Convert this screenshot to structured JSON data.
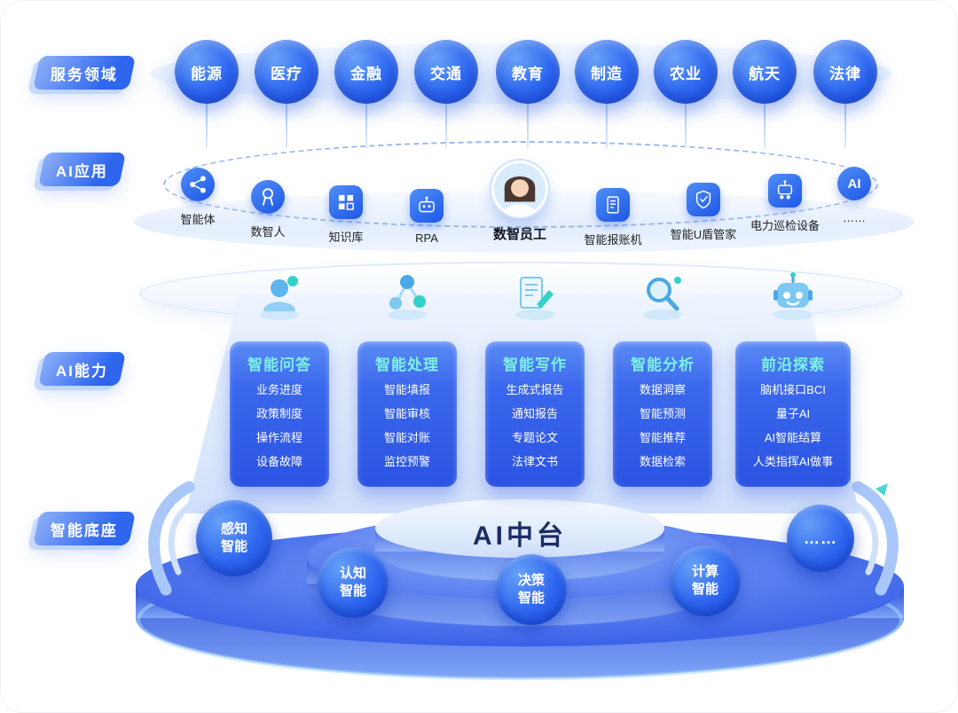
{
  "service_domains": {
    "label": "服务领域",
    "items": [
      "能源",
      "医疗",
      "金融",
      "交通",
      "教育",
      "制造",
      "农业",
      "航天",
      "法律"
    ]
  },
  "ai_applications": {
    "label": "AI应用",
    "items": [
      {
        "label": "智能体",
        "icon": "agent-network-icon"
      },
      {
        "label": "数智人",
        "icon": "medal-person-icon"
      },
      {
        "label": "知识库",
        "icon": "knowledge-grid-icon"
      },
      {
        "label": "RPA",
        "icon": "robot-chat-icon"
      },
      {
        "label": "数智员工",
        "icon": "digital-employee-avatar"
      },
      {
        "label": "智能报账机",
        "icon": "receipt-terminal-icon"
      },
      {
        "label": "智能U盾管家",
        "icon": "ushield-icon"
      },
      {
        "label": "电力巡检设备",
        "icon": "inspection-robot-icon"
      },
      {
        "label": "……",
        "icon": "ai-circle-icon",
        "icon_text": "AI"
      }
    ]
  },
  "ai_capabilities": {
    "label": "AI能力",
    "cards": [
      {
        "title": "智能问答",
        "icon": "consultant-3d-icon",
        "items": [
          "业务进度",
          "政策制度",
          "操作流程",
          "设备故障"
        ]
      },
      {
        "title": "智能处理",
        "icon": "molecule-3d-icon",
        "items": [
          "智能填报",
          "智能审核",
          "智能对账",
          "监控预警"
        ]
      },
      {
        "title": "智能写作",
        "icon": "writing-3d-icon",
        "items": [
          "生成式报告",
          "通知报告",
          "专题论文",
          "法律文书"
        ]
      },
      {
        "title": "智能分析",
        "icon": "magnifier-3d-icon",
        "items": [
          "数据洞察",
          "智能预测",
          "智能推荐",
          "数据检索"
        ]
      },
      {
        "title": "前沿探索",
        "icon": "robot-3d-icon",
        "items": [
          "脑机接口BCI",
          "量子AI",
          "AI智能结算",
          "人类指挥AI做事"
        ]
      }
    ]
  },
  "intelligent_base": {
    "label": "智能底座",
    "platform_title": "AI中台",
    "items": [
      "感知智能",
      "认知智能",
      "决策智能",
      "计算智能",
      "……"
    ]
  },
  "colors": {
    "primary_blue": "#2e68f0",
    "deep_blue": "#1646d2",
    "light_blue": "#dce9fb",
    "cyan_accent": "#7bf3e3",
    "teal_accent": "#35d0c8",
    "text_dark": "#222222"
  }
}
